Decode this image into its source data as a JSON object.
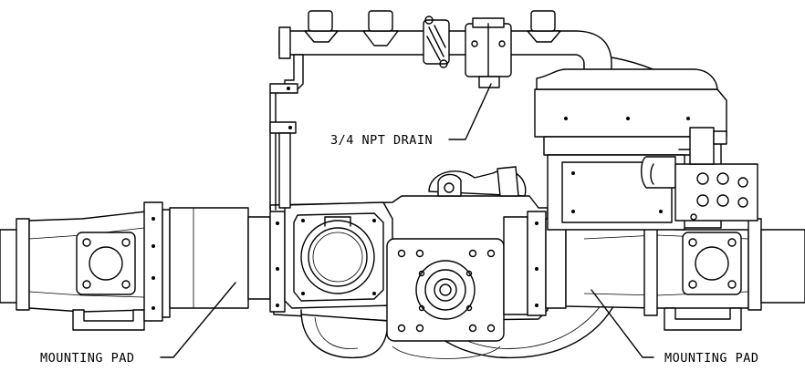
{
  "labels": {
    "drain": "3/4 NPT DRAIN",
    "mount_left": "MOUNTING PAD",
    "mount_right": "MOUNTING PAD"
  },
  "colors": {
    "line": "#000000",
    "background": "#ffffff"
  }
}
